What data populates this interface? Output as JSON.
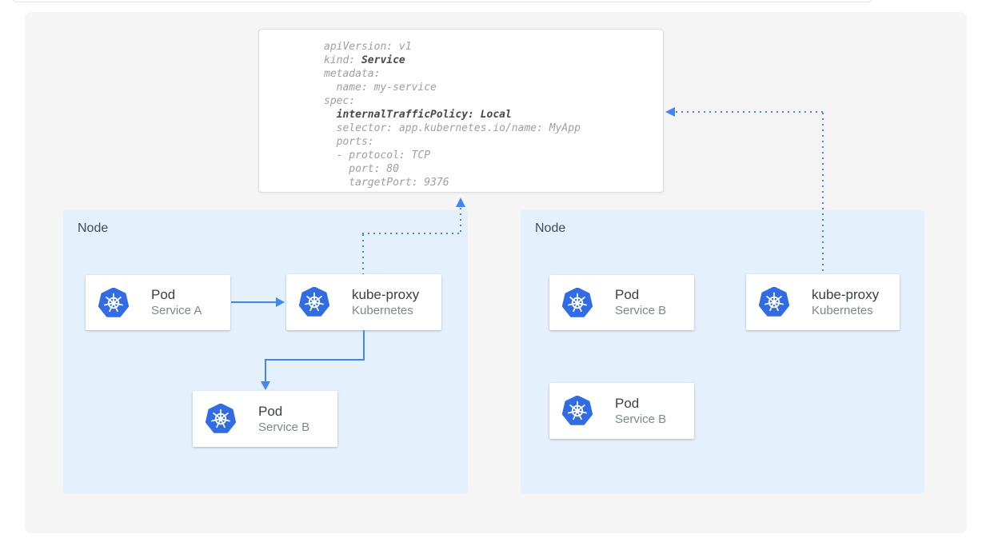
{
  "yaml_card": {
    "lines": [
      [
        {
          "t": "apiVersion: v1"
        }
      ],
      [
        {
          "t": "kind: "
        },
        {
          "t": "Service",
          "b": 1
        }
      ],
      [
        {
          "t": "metadata:"
        }
      ],
      [
        {
          "t": "  name: my-service"
        }
      ],
      [
        {
          "t": "spec:"
        }
      ],
      [
        {
          "t": "  "
        },
        {
          "t": "internalTrafficPolicy: Local",
          "b": 1
        }
      ],
      [
        {
          "t": "  selector: app.kubernetes.io/name: MyApp"
        }
      ],
      [
        {
          "t": "  ports:"
        }
      ],
      [
        {
          "t": "  - protocol: TCP"
        }
      ],
      [
        {
          "t": "    port: 80"
        }
      ],
      [
        {
          "t": "    targetPort: 9376"
        }
      ]
    ]
  },
  "nodes": {
    "left": {
      "label": "Node"
    },
    "right": {
      "label": "Node"
    }
  },
  "cards": {
    "pod_a": {
      "title": "Pod",
      "subtitle": "Service A"
    },
    "kube_proxy_left": {
      "title": "kube-proxy",
      "subtitle": "Kubernetes"
    },
    "pod_b_left": {
      "title": "Pod",
      "subtitle": "Service B"
    },
    "pod_b1_right": {
      "title": "Pod",
      "subtitle": "Service B"
    },
    "pod_b2_right": {
      "title": "Pod",
      "subtitle": "Service B"
    },
    "kube_proxy_right": {
      "title": "kube-proxy",
      "subtitle": "Kubernetes"
    }
  },
  "icons": {
    "kubernetes": "kubernetes-helm-wheel"
  },
  "colors": {
    "accent_blue": "#4285f4",
    "kubernetes_blue": "#326ce5",
    "node_background": "#e4f1fc",
    "container_background": "#f5f5f6",
    "yaml_text": "#9e9ea3",
    "yaml_bold_text": "#48484d",
    "card_title": "#3c4043",
    "card_subtitle": "#80868b",
    "node_label": "#414d54"
  }
}
